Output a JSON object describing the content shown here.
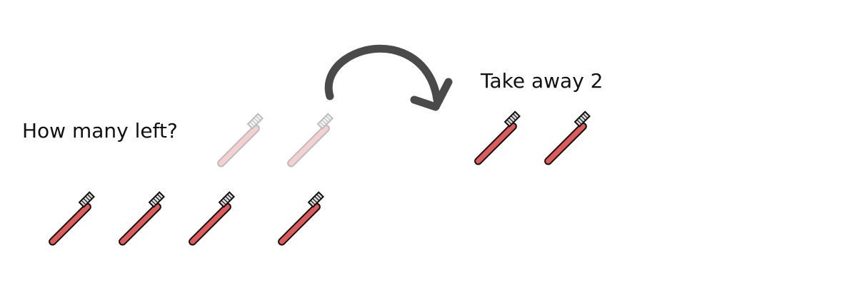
{
  "question": "How many left?",
  "instruction": "Take away 2",
  "counts": {
    "remaining": 4,
    "taken_away": 2,
    "faded_placeholders": 2
  },
  "icons": {
    "item": "toothbrush-icon",
    "arrow": "curved-arrow-icon"
  },
  "colors": {
    "handle": "#e05a5a",
    "outline": "#111111",
    "head": "#dcdcdc",
    "arrow": "#4a4a4a"
  }
}
